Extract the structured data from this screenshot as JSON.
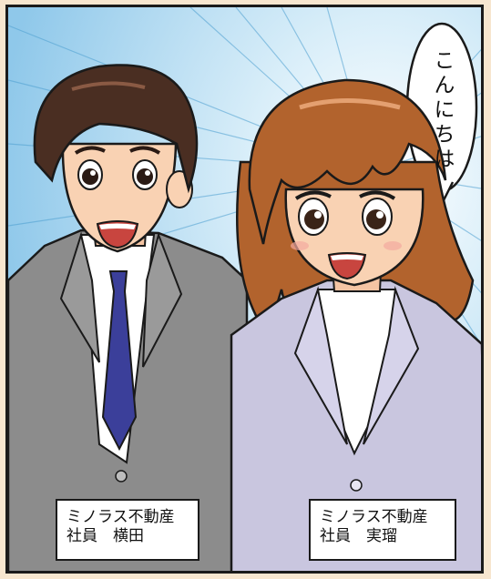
{
  "speech_bubble": {
    "text": "こんにちは"
  },
  "captions": {
    "left": {
      "line1": "ミノラス不動産",
      "line2": "社員　横田"
    },
    "right": {
      "line1": "ミノラス不動産",
      "line2": "社員　実瑠"
    }
  },
  "colors": {
    "sky": "#9fd3ef",
    "male_suit": "#8c8c8c",
    "female_suit": "#c9c6df",
    "tie": "#3b3f9a",
    "male_hair": "#4a2e22",
    "female_hair": "#b2632d",
    "skin": "#f9d2b3"
  }
}
